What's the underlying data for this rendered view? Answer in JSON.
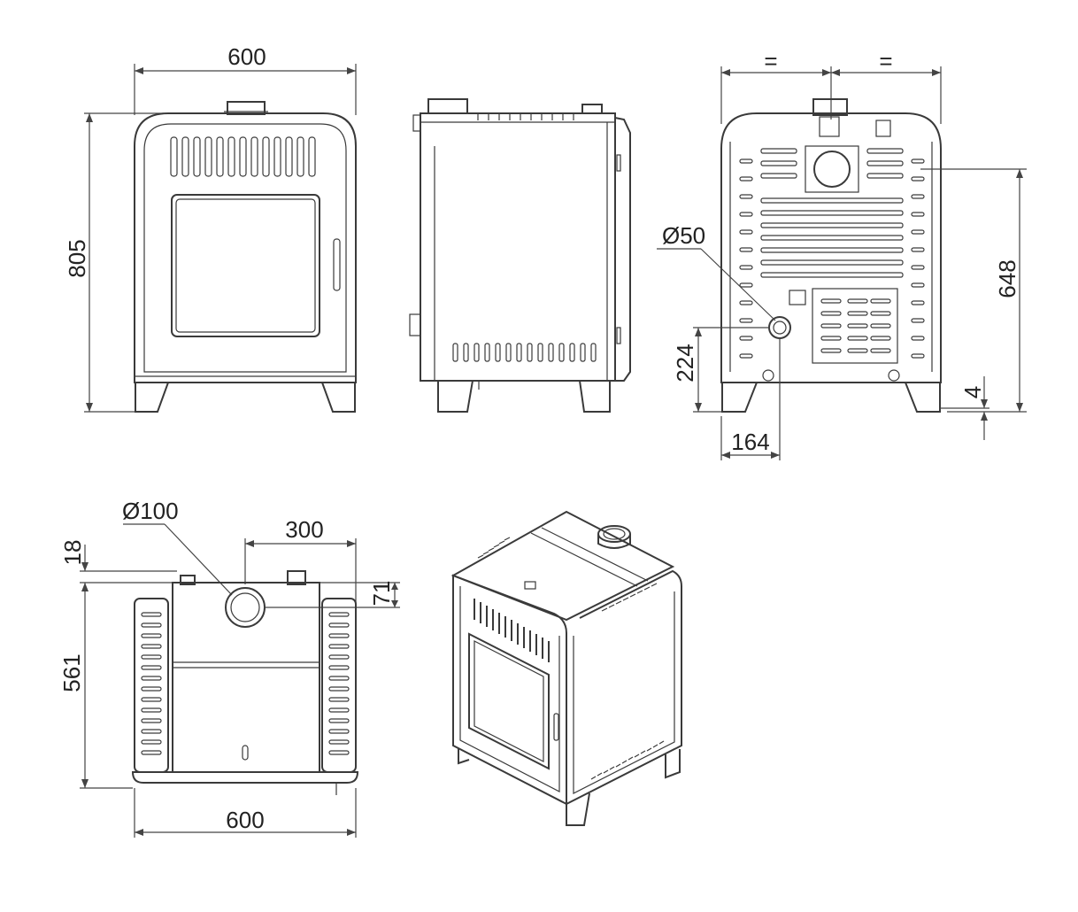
{
  "dimensions": {
    "front_width": "600",
    "front_height": "805",
    "back_equal_left": "=",
    "back_equal_right": "=",
    "pipe_diameter": "Ø50",
    "back_pipe_height": "224",
    "back_pipe_offset": "164",
    "back_height": "648",
    "back_foot": "4",
    "top_flue_diameter": "Ø100",
    "top_flue_offset": "300",
    "top_rear_gap": "18",
    "top_flue_depth": "71",
    "top_depth": "561",
    "top_width": "600"
  },
  "colors": {
    "line": "#3a3a3a",
    "background": "#ffffff"
  }
}
